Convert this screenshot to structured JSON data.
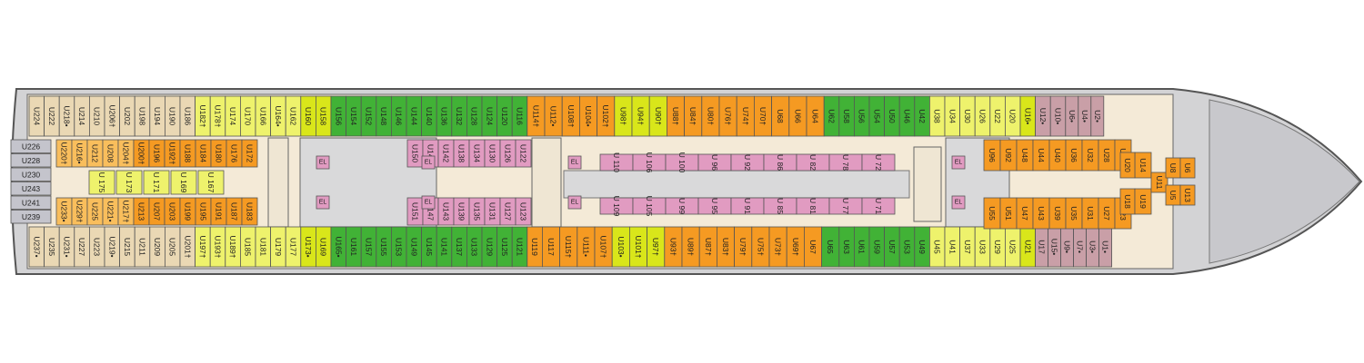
{
  "colors": {
    "hull": "#d3d3d5",
    "outline": "#555555",
    "deck": "#f4ead7",
    "corridor": "#e8e3dc",
    "interior": "#d9d9da",
    "orange": "#f59a22",
    "lightorange": "#f9be5c",
    "yellow": "#d9e61a",
    "lightyellow": "#eef26c",
    "green": "#41b236",
    "pink": "#e19bc1",
    "mauve": "#c99fa7",
    "tan": "#ead8b4",
    "grey": "#c4c4cc"
  },
  "aft_cabins": [
    "U226",
    "U228",
    "U230",
    "U243",
    "U241",
    "U239"
  ],
  "top_row": [
    "U224",
    "U222",
    "U218•",
    "U214",
    "U210",
    "U206†",
    "U202",
    "U198",
    "U194",
    "U190",
    "U186",
    "U182†",
    "U178†",
    "U174",
    "U170",
    "U166",
    "U164•",
    "U162",
    "U160",
    "U158",
    "U156",
    "U154",
    "U152",
    "U148",
    "U146",
    "U144",
    "U140",
    "U136",
    "U132",
    "U128",
    "U124",
    "U120",
    "U116",
    "U114†",
    "U112•",
    "U108†",
    "U104•",
    "U102†",
    "U98†",
    "U94†",
    "U90†",
    "U88†",
    "U84†",
    "U80†",
    "U76†",
    "U74†",
    "U70†",
    "U68",
    "U66",
    "U64",
    "U62",
    "U58",
    "U56",
    "U54",
    "U50",
    "U46",
    "U42",
    "U38",
    "U34",
    "U30",
    "U26",
    "U22",
    "U20",
    "U16•",
    "U12•",
    "U10•",
    "U6•",
    "U4•",
    "U2•"
  ],
  "bottom_row": [
    "U237•",
    "U235",
    "U231•",
    "U227",
    "U223",
    "U219•",
    "U215",
    "U211",
    "U209",
    "U205",
    "U201†",
    "U197†",
    "U193†",
    "U189†",
    "U185",
    "U181",
    "U179",
    "U177",
    "U173•",
    "U169",
    "U165•",
    "U161",
    "U157",
    "U155",
    "U153",
    "U149",
    "U145",
    "U141",
    "U137",
    "U133",
    "U129",
    "U125",
    "U121",
    "U119",
    "U117",
    "U115†",
    "U111•",
    "U107†",
    "U103•",
    "U101†",
    "U97†",
    "U93†",
    "U89†",
    "U87†",
    "U83†",
    "U79†",
    "U75†",
    "U73†",
    "U69†",
    "U67",
    "U65",
    "U63",
    "U61",
    "U59",
    "U57",
    "U53",
    "U49",
    "U45",
    "U41",
    "U37",
    "U33",
    "U29",
    "U25",
    "U21",
    "U17",
    "U15•",
    "U9•",
    "U7•",
    "U3•",
    "U1•"
  ],
  "inner_top_aft": [
    "U220†",
    "U216•",
    "U212",
    "U208",
    "U204†",
    "U200†",
    "U196",
    "U192†",
    "U188",
    "U184",
    "U180",
    "U176",
    "U172"
  ],
  "inner_bottom_aft": [
    "U233•",
    "U229†",
    "U225",
    "U221•",
    "U217†",
    "U213",
    "U207",
    "U203",
    "U199",
    "U195",
    "U191",
    "U187",
    "U183"
  ],
  "inner_mid_aft": [
    "U 175",
    "U 173",
    "U 171",
    "U 169",
    "U 167"
  ],
  "pink_top_a": [
    "U150",
    "U146",
    "U142",
    "U138",
    "U134",
    "U130",
    "U126",
    "U122"
  ],
  "pink_bottom_a": [
    "U151",
    "U147",
    "U143",
    "U139",
    "U135",
    "U131",
    "U127",
    "U123"
  ],
  "pink_top_b": [
    "U 110",
    "U 106",
    "U 100",
    "U 96",
    "U 92",
    "U 86",
    "U 82",
    "U 78",
    "U 72"
  ],
  "pink_bottom_b": [
    "U 109",
    "U 105",
    "U 99",
    "U 95",
    "U 91",
    "U 85",
    "U 81",
    "U 77",
    "U 71"
  ],
  "fwd_inner_top": [
    "U96",
    "U92",
    "U48",
    "U44",
    "U40",
    "U36",
    "U32",
    "U28",
    "U24"
  ],
  "fwd_inner_bottom": [
    "U55",
    "U51",
    "U47",
    "U43",
    "U39",
    "U35",
    "U31",
    "U27",
    "U23"
  ],
  "fwd_cluster": [
    "U14",
    "U20",
    "U18",
    "U19",
    "U11",
    "U8",
    "U5",
    "U6",
    "U13"
  ],
  "lift_labels": [
    "EL",
    "EL",
    "EL",
    "EL",
    "EL",
    "EL",
    "EL",
    "EL"
  ]
}
